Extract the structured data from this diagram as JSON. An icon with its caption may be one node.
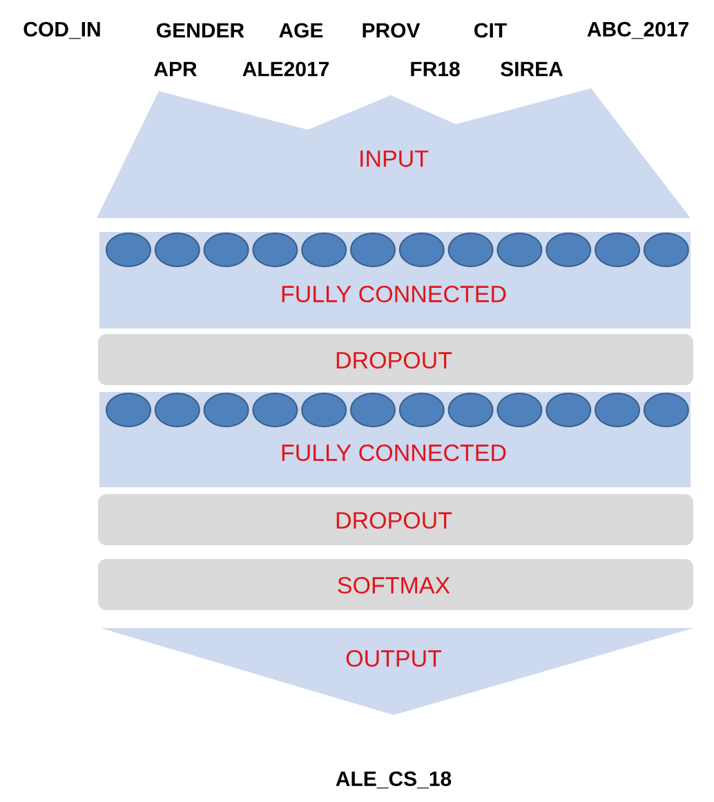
{
  "diagram": {
    "nodes": [
      {
        "text": [
          "INPUT"
        ]
      },
      {
        "text": [
          "FULLY CONNECTED"
        ]
      },
      {
        "text": [
          "DROPOUT"
        ]
      },
      {
        "text": [
          "FULLY CONNECTED"
        ]
      },
      {
        "text": [
          "DROPOUT"
        ]
      },
      {
        "text": [
          "SOFTMAX"
        ]
      },
      {
        "text": [
          "OUTPUT"
        ]
      }
    ],
    "labels": [
      "COD_IN",
      "GENDER",
      "AGE",
      "PROV",
      "CIT",
      "ABC_2017",
      "APR",
      "ALE2017",
      "FR18",
      "SIREA",
      "ALE_CS_18"
    ]
  }
}
